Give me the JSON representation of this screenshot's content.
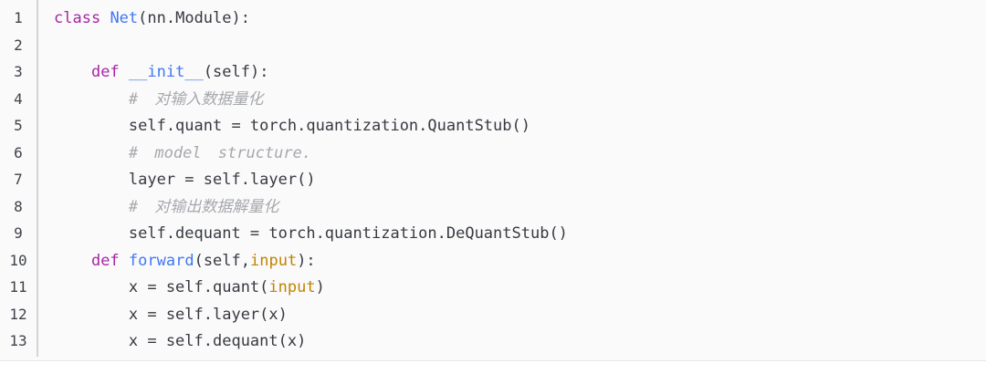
{
  "theme": {
    "page_background": "#ffffff",
    "code_background": "#fafafa",
    "bottom_border": "#e7e7e7",
    "gutter_divider": "#d4d4d6",
    "line_number_color": "#3f434a",
    "plain_color": "#383a42",
    "keyword_color": "#a626a4",
    "title_color": "#4078f2",
    "builtin_color": "#c18401",
    "comment_color": "#a6a8ad"
  },
  "code": {
    "language": "python",
    "lines": [
      {
        "no": "1",
        "segments": [
          {
            "type": "keyword",
            "text": "class"
          },
          {
            "type": "plain",
            "text": " "
          },
          {
            "type": "title",
            "text": "Net"
          },
          {
            "type": "plain",
            "text": "(nn.Module):"
          }
        ]
      },
      {
        "no": "2",
        "segments": []
      },
      {
        "no": "3",
        "segments": [
          {
            "type": "plain",
            "text": "    "
          },
          {
            "type": "keyword",
            "text": "def"
          },
          {
            "type": "plain",
            "text": " "
          },
          {
            "type": "title",
            "text": "__init__"
          },
          {
            "type": "plain",
            "text": "(self):"
          }
        ]
      },
      {
        "no": "4",
        "segments": [
          {
            "type": "plain",
            "text": "        "
          },
          {
            "type": "comment",
            "text": "# 对输入数据量化"
          }
        ]
      },
      {
        "no": "5",
        "segments": [
          {
            "type": "plain",
            "text": "        self.quant = torch.quantization.QuantStub()"
          }
        ]
      },
      {
        "no": "6",
        "segments": [
          {
            "type": "plain",
            "text": "        "
          },
          {
            "type": "comment",
            "text": "# model structure."
          }
        ]
      },
      {
        "no": "7",
        "segments": [
          {
            "type": "plain",
            "text": "        layer = self.layer()"
          }
        ]
      },
      {
        "no": "8",
        "segments": [
          {
            "type": "plain",
            "text": "        "
          },
          {
            "type": "comment",
            "text": "# 对输出数据解量化"
          }
        ]
      },
      {
        "no": "9",
        "segments": [
          {
            "type": "plain",
            "text": "        self.dequant = torch.quantization.DeQuantStub()"
          }
        ]
      },
      {
        "no": "10",
        "segments": [
          {
            "type": "plain",
            "text": "    "
          },
          {
            "type": "keyword",
            "text": "def"
          },
          {
            "type": "plain",
            "text": " "
          },
          {
            "type": "title",
            "text": "forward"
          },
          {
            "type": "plain",
            "text": "(self,"
          },
          {
            "type": "builtin",
            "text": "input"
          },
          {
            "type": "plain",
            "text": "):"
          }
        ]
      },
      {
        "no": "11",
        "segments": [
          {
            "type": "plain",
            "text": "        x = self.quant("
          },
          {
            "type": "builtin",
            "text": "input"
          },
          {
            "type": "plain",
            "text": ")"
          }
        ]
      },
      {
        "no": "12",
        "segments": [
          {
            "type": "plain",
            "text": "        x = self.layer(x)"
          }
        ]
      },
      {
        "no": "13",
        "segments": [
          {
            "type": "plain",
            "text": "        x = self.dequant(x)"
          }
        ]
      }
    ]
  }
}
